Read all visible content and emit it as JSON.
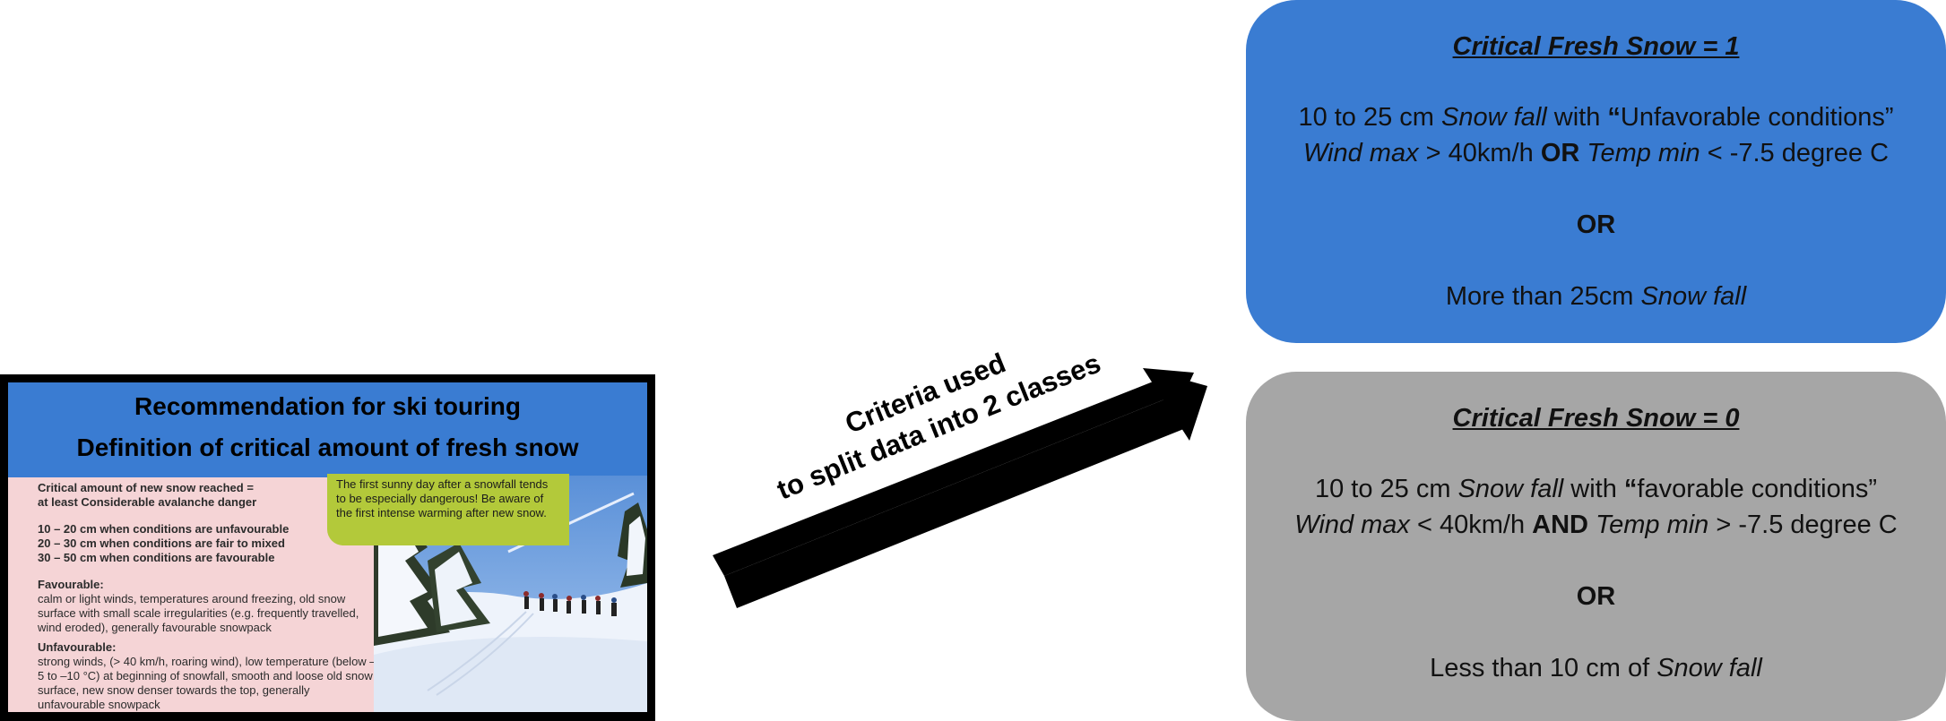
{
  "recommendation": {
    "title_line1": "Recommendation for ski touring",
    "title_line2": "Definition of critical amount of fresh snow",
    "critical_reached": "Critical amount of new snow reached =",
    "danger_level": "at least Considerable avalanche danger",
    "amounts": [
      "10 – 20 cm when conditions are unfavourable",
      "20 – 30 cm when conditions are fair to mixed",
      "30 – 50 cm when conditions are favourable"
    ],
    "favourable_heading": "Favourable:",
    "favourable_text": "calm or light winds, temperatures around freezing, old snow surface with small scale irregularities (e.g. frequently travelled, wind eroded), generally favourable snowpack",
    "unfavourable_heading": "Unfavourable:",
    "unfavourable_text": "strong winds, (> 40 km/h, roaring wind), low temperature (below –5 to –10 °C) at beginning of snowfall, smooth and loose old snow surface, new snow denser towards the top, generally unfavourable snowpack",
    "tip_text": "The first sunny day after a snowfall tends to be especially dangerous! Be aware of the first intense warming after new snow."
  },
  "arrow": {
    "label_line1": "Criteria used",
    "label_line2": "to split data into 2 classes"
  },
  "class_1": {
    "title": "Critical Fresh Snow = 1",
    "line1_a": "10 to 25 cm ",
    "line1_b": "Snow fall",
    "line1_c": " with ",
    "line1_d": "“",
    "line1_e": "Unfavorable conditions”",
    "line2_a": "Wind max",
    "line2_b": " > 40km/h ",
    "line2_c": "OR",
    "line2_d": " ",
    "line2_e": "Temp min",
    "line2_f": " < -7.5 degree C",
    "or": "OR",
    "line3_a": "More than 25cm ",
    "line3_b": "Snow fall"
  },
  "class_0": {
    "title": "Critical Fresh Snow = 0",
    "line1_a": "10 to 25 cm ",
    "line1_b": "Snow fall",
    "line1_c": " with ",
    "line1_d": "“",
    "line1_e": "favorable conditions”",
    "line2_a": "Wind max",
    "line2_b": " < 40km/h ",
    "line2_c": "AND",
    "line2_d": " ",
    "line2_e": "Temp min",
    "line2_f": " > -7.5 degree C",
    "or": "OR",
    "line3_a": "Less than 10 cm of ",
    "line3_b": "Snow fall"
  },
  "colors": {
    "blue_box": "#3a7cd2",
    "gray_box": "#a6a6a6",
    "tip_green": "#b3c93a",
    "panel_pink": "#f5d4d6"
  }
}
